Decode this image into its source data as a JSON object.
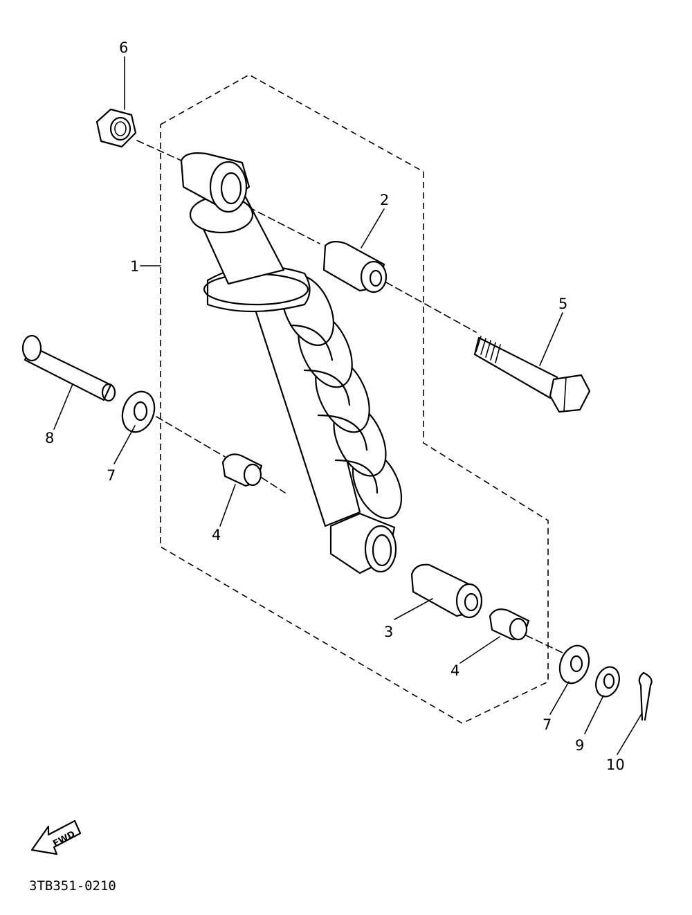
{
  "diagram": {
    "drawing_code": "3TB351-0210",
    "direction_arrow_label": "FWD",
    "callouts": {
      "c1": "1",
      "c2": "2",
      "c3": "3",
      "c4a": "4",
      "c4b": "4",
      "c5": "5",
      "c6": "6",
      "c7a": "7",
      "c7b": "7",
      "c8": "8",
      "c9": "9",
      "c10": "10"
    }
  }
}
